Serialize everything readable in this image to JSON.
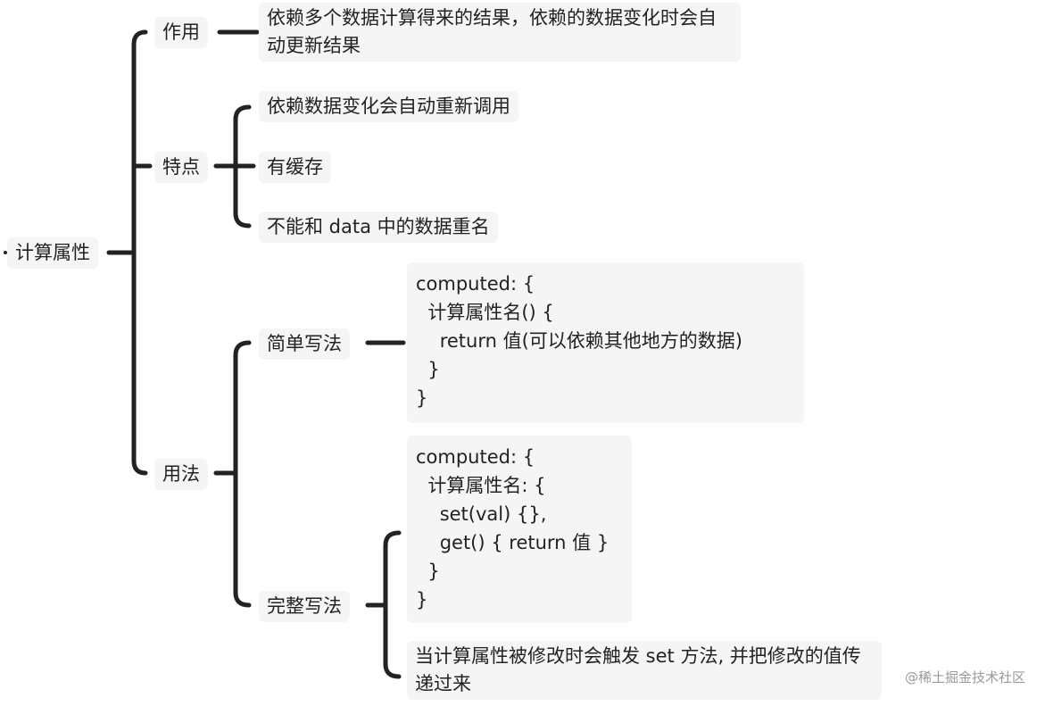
{
  "root": {
    "label": "计算属性"
  },
  "branches": {
    "zuoyong": {
      "label": "作用",
      "text": "依赖多个数据计算得来的结果，依赖的数据变化时会自动更新结果"
    },
    "tedian": {
      "label": "特点",
      "items": [
        "依赖数据变化会自动重新调用",
        "有缓存",
        "不能和 data 中的数据重名"
      ]
    },
    "yongfa": {
      "label": "用法",
      "simple": {
        "label": "简单写法",
        "code": "computed: {\n  计算属性名() {\n    return 值(可以依赖其他地方的数据)\n  }\n}"
      },
      "full": {
        "label": "完整写法",
        "code": "computed: {\n  计算属性名: {\n    set(val) {},\n    get() { return 值 }\n  }\n}",
        "note": "当计算属性被修改时会触发 set 方法, 并把修改的值传递过来"
      }
    }
  },
  "watermark": "@稀土掘金技术社区",
  "colors": {
    "line": "#222222",
    "node_bg": "#f5f5f5"
  }
}
